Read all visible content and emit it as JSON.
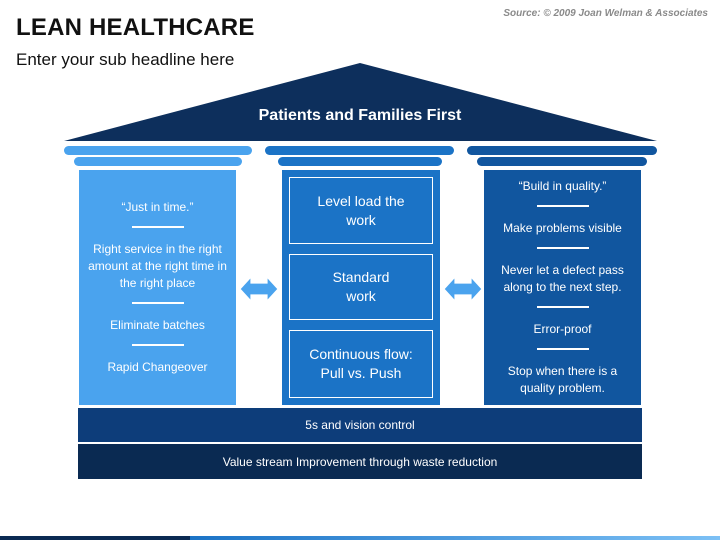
{
  "header": {
    "title": "LEAN HEALTHCARE",
    "subtitle": "Enter your sub headline here",
    "source": "Source: © 2009 Joan Welman & Associates"
  },
  "roof": {
    "label": "Patients and Families First"
  },
  "left_pillar": {
    "items": [
      "“Just in time.”",
      "Right service in the right amount at the right time in the right place",
      "Eliminate batches",
      "Rapid Changeover"
    ]
  },
  "center_pillar": {
    "boxes": [
      "Level load the work",
      "Standard work",
      "Continuous flow: Pull vs. Push"
    ]
  },
  "right_pillar": {
    "items": [
      "“Build in quality.”",
      "Make problems visible",
      "Never let a defect pass along to the next step.",
      "Error-proof",
      "Stop when there is a quality problem."
    ]
  },
  "foundation": {
    "upper": "5s and vision control",
    "lower": "Value stream Improvement through waste reduction"
  },
  "colors": {
    "roof": "#0d2f5c",
    "left_pillar": "#4aa3ee",
    "center_pillar": "#1b73c6",
    "right_pillar": "#11569f",
    "band_upper": "#0d3d7a",
    "band_lower": "#0a2a52"
  },
  "icons": [
    "double-arrow-icon"
  ]
}
